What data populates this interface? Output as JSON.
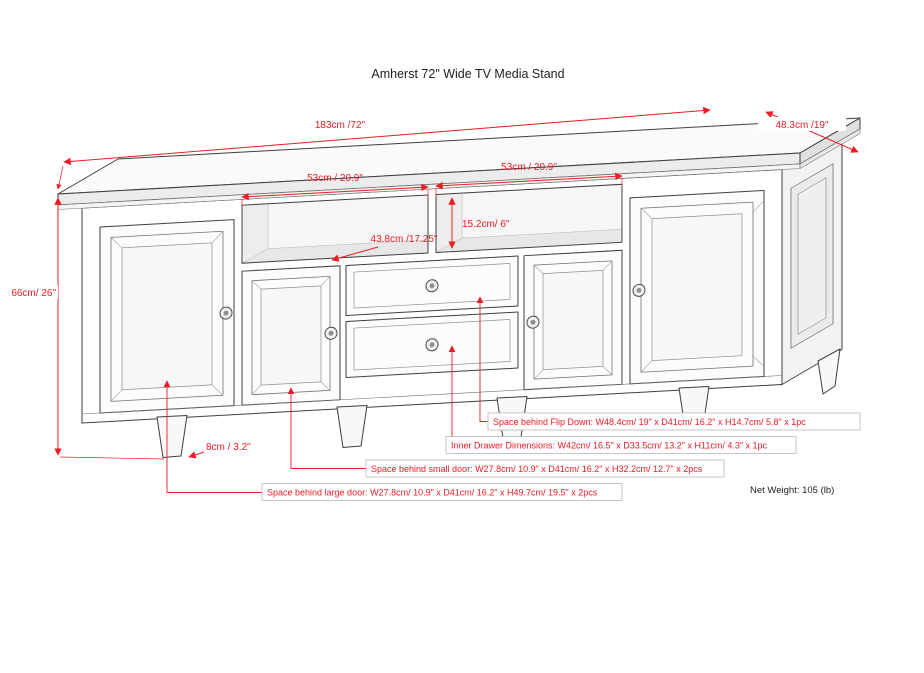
{
  "title": "Amherst 72\" Wide TV Media Stand",
  "dimensions": {
    "width": "183cm /72\"",
    "depth": "48.3cm /19\"",
    "shelf_left_width": "53cm / 20.9\"",
    "shelf_right_width": "53cm / 20.9\"",
    "shelf_depth": "43.8cm /17.25\"",
    "shelf_opening_height": "15.2cm/ 6\"",
    "overall_height": "66cm/ 26\"",
    "leg_height": "8cm / 3.2\""
  },
  "annotations": {
    "flip_down": "Space behind Flip Down: W48.4cm/ 19\" x D41cm/ 16.2\" x H14.7cm/ 5.8\" x 1pc",
    "inner_drawer": "Inner Drawer Dimensions: W42cm/ 16.5\" x D33.5cm/ 13.2\" x H11cm/ 4.3\" x 1pc",
    "small_door": "Space behind small door: W27.8cm/ 10.9\" x D41cm/ 16.2\" x H32.2cm/ 12.7\" x 2pcs",
    "large_door": "Space behind large door: W27.8cm/ 10.9\" x D41cm/ 16.2\" x H49.7cm/ 19.5\" x 2pcs"
  },
  "net_weight": "Net Weight: 105 (lb)",
  "colors": {
    "dimension_red": "#ed1c24",
    "drawing_line": "#3f3f3f",
    "background": "#ffffff"
  }
}
